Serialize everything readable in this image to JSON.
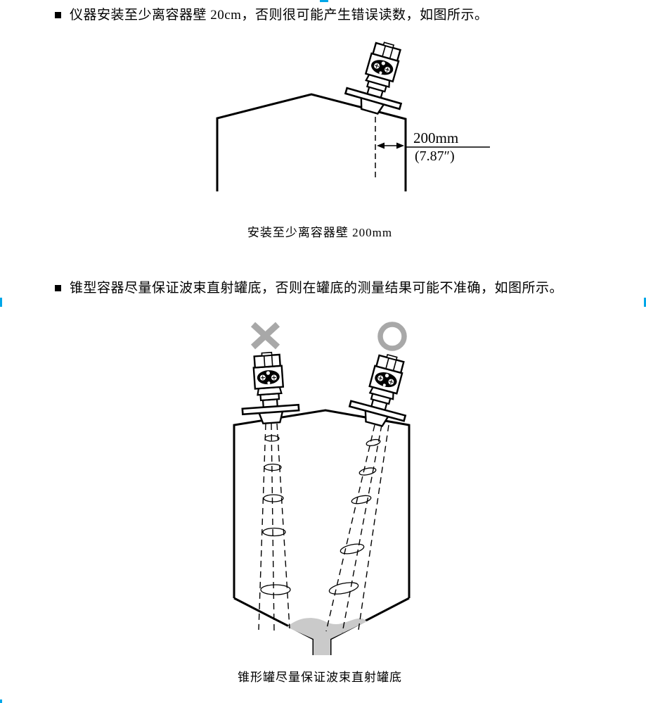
{
  "bullets": [
    {
      "text": "仪器安装至少离容器壁 20cm，否则很可能产生错误读数，如图所示。"
    },
    {
      "text": "锥型容器尽量保证波束直射罐底，否则在罐底的测量结果可能不准确，如图所示。"
    }
  ],
  "figure1": {
    "dimension_label": "200mm",
    "dimension_inches": "(7.87″)",
    "caption": "安装至少离容器壁 200mm"
  },
  "figure2": {
    "wrong_mark": "cross-icon",
    "correct_mark": "circle-icon",
    "caption": "锥形罐尽量保证波束直射罐底"
  },
  "colors": {
    "line": "#000000",
    "judgement_gray": "#a8a8a8",
    "material_gray": "#cacaca",
    "registration_cyan": "#00a7e8"
  }
}
